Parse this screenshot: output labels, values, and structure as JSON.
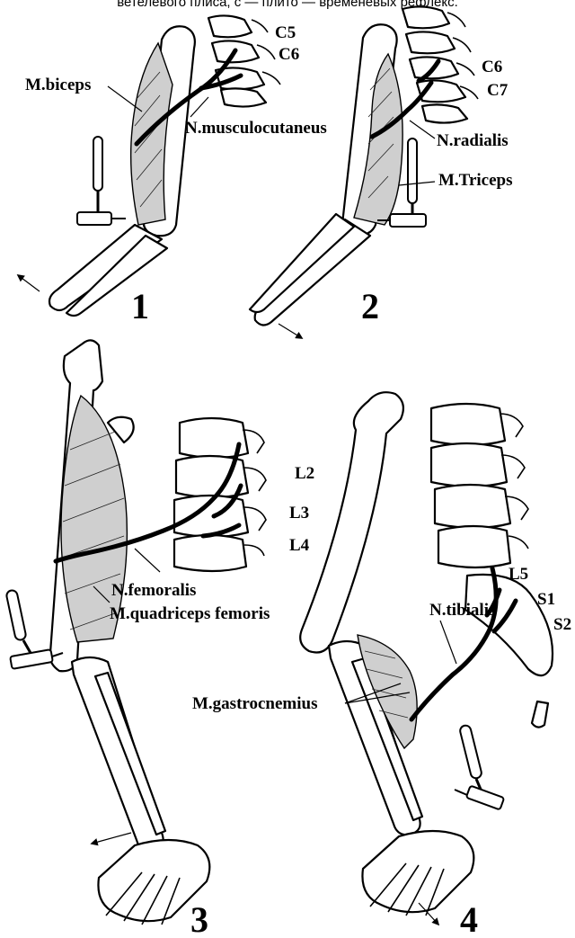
{
  "caption": "ветелевого плиса, с — плито — временевых рефлекс.",
  "panels": [
    {
      "number": "1",
      "muscle_label": "M.biceps",
      "nerve_label": "N.musculocutaneus",
      "segments": [
        "C5",
        "C6"
      ]
    },
    {
      "number": "2",
      "muscle_label": "M.Triceps",
      "nerve_label": "N.radialis",
      "segments": [
        "C6",
        "C7"
      ]
    },
    {
      "number": "3",
      "muscle_label": "M.quadriceps femoris",
      "nerve_label": "N.femoralis",
      "segments": [
        "L2",
        "L3",
        "L4"
      ]
    },
    {
      "number": "4",
      "muscle_label": "M.gastrocnemius",
      "nerve_label": "N.tibialis",
      "segments": [
        "L5",
        "S1",
        "S2"
      ]
    }
  ]
}
